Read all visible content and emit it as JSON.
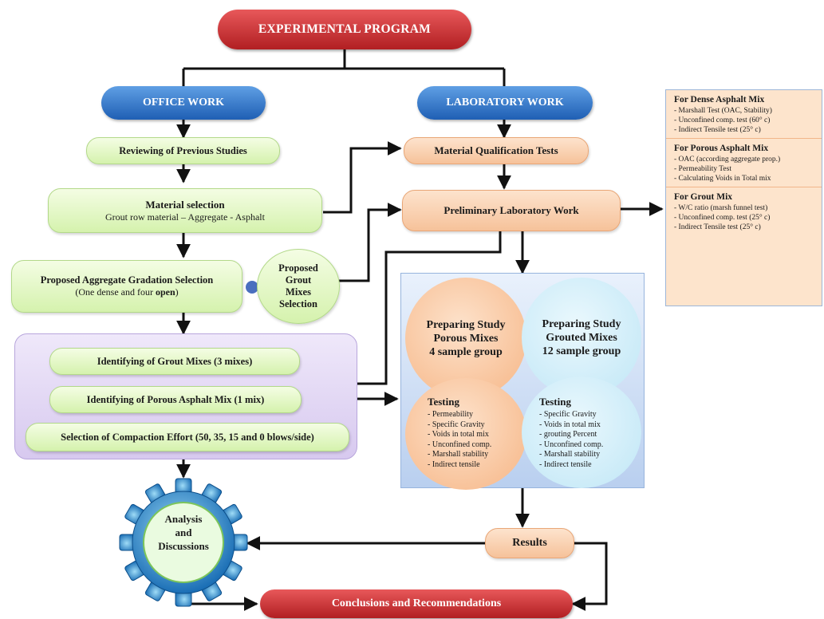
{
  "title": "EXPERIMENTAL PROGRAM",
  "office_work": {
    "label": "OFFICE WORK",
    "reviewing": "Reviewing of Previous Studies",
    "material_selection": {
      "title": "Material selection",
      "detail": "Grout row material – Aggregate - Asphalt"
    },
    "gradation": {
      "title": "Proposed Aggregate Gradation Selection",
      "detail_prefix": "(One dense and four ",
      "detail_bold": "open",
      "detail_suffix": ")"
    },
    "grout_mixes_selection": [
      "Proposed",
      "Grout",
      "Mixes",
      "Selection"
    ],
    "identifying_grout": "Identifying of Grout Mixes (3 mixes)",
    "identifying_porous": "Identifying of Porous Asphalt Mix (1 mix)",
    "compaction": "Selection of Compaction Effort (50, 35, 15 and 0 blows/side)",
    "analysis": [
      "Analysis",
      "and",
      "Discussions"
    ]
  },
  "laboratory_work": {
    "label": "LABORATORY WORK",
    "qualification": "Material Qualification Tests",
    "preliminary": "Preliminary Laboratory Work",
    "porous_circle": {
      "lines": [
        "Preparing Study",
        "Porous Mixes",
        "4 sample group"
      ],
      "testing": "Testing",
      "tests": [
        "Permeability",
        "Specific Gravity",
        "Voids in total mix",
        "Unconfined comp.",
        "Marshall stability",
        "Indirect tensile"
      ]
    },
    "grouted_circle": {
      "lines": [
        "Preparing Study",
        "Grouted Mixes",
        "12 sample group"
      ],
      "testing": "Testing",
      "tests": [
        "Specific Gravity",
        "Voids in total mix",
        "grouting Percent",
        "Unconfined comp.",
        "Marshall stability",
        "Indirect tensile"
      ]
    },
    "results": "Results"
  },
  "conclusions": "Conclusions and Recommendations",
  "side_panel": [
    {
      "title": "For Dense Asphalt Mix",
      "items": [
        "Marshall Test (OAC, Stability)",
        "Unconfined comp. test (60° c)",
        "Indirect Tensile test (25° c)"
      ]
    },
    {
      "title": "For Porous Asphalt Mix",
      "items": [
        "OAC (according aggregate prop.)",
        "Permeability Test",
        "Calculating Voids in Total mix"
      ]
    },
    {
      "title": "For Grout Mix",
      "items": [
        "W/C ratio (marsh funnel test)",
        "Unconfined comp. test (25° c)",
        "Indirect Tensile test (25° c)"
      ]
    }
  ],
  "colors": {
    "title_red": "#c62d2f",
    "header_blue": "#2f74c8",
    "green_fill": "#e4f7c6",
    "orange_fill": "#fbd3b1",
    "purple_fill": "#e3d8f4",
    "connector": "#111111"
  },
  "icons": {
    "gear": "gear-icon",
    "junction": "junction-dot-icon"
  }
}
